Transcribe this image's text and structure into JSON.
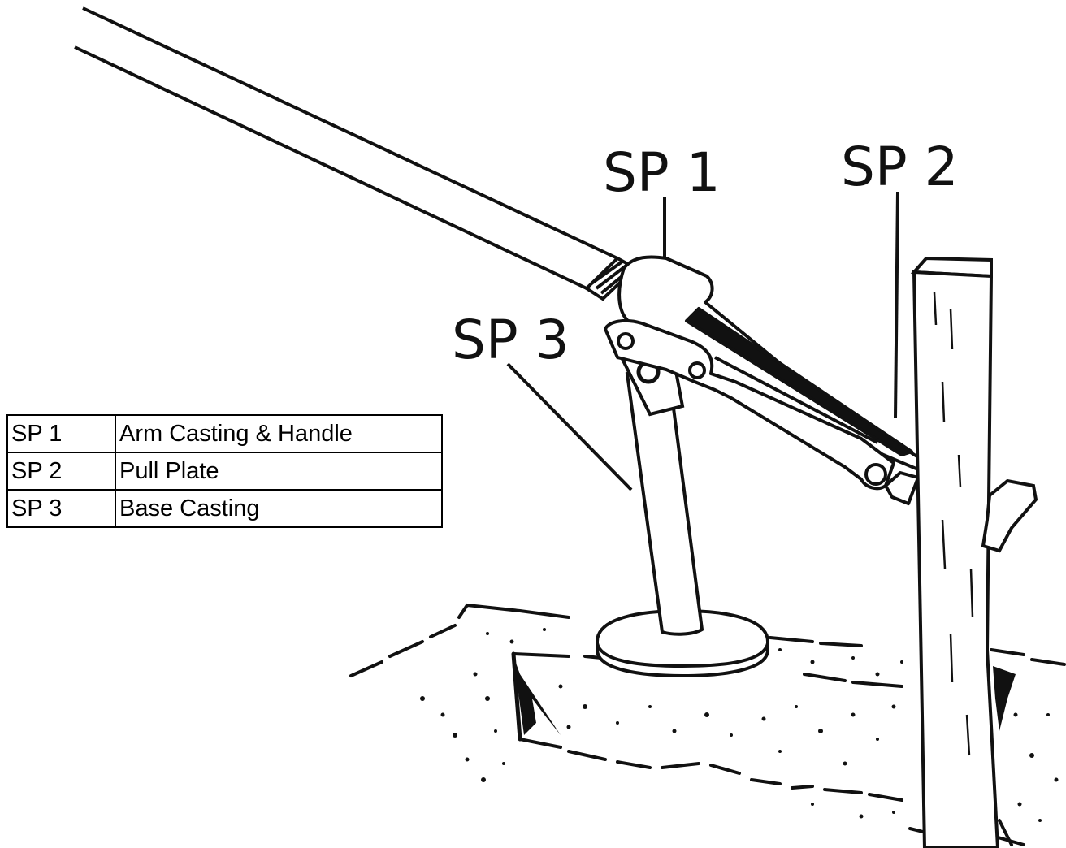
{
  "callouts": {
    "sp1": "SP 1",
    "sp2": "SP 2",
    "sp3": "SP 3"
  },
  "parts_table": {
    "rows": [
      {
        "code": "SP 1",
        "description": "Arm Casting & Handle"
      },
      {
        "code": "SP 2",
        "description": "Pull Plate"
      },
      {
        "code": "SP 3",
        "description": "Base Casting"
      }
    ]
  }
}
